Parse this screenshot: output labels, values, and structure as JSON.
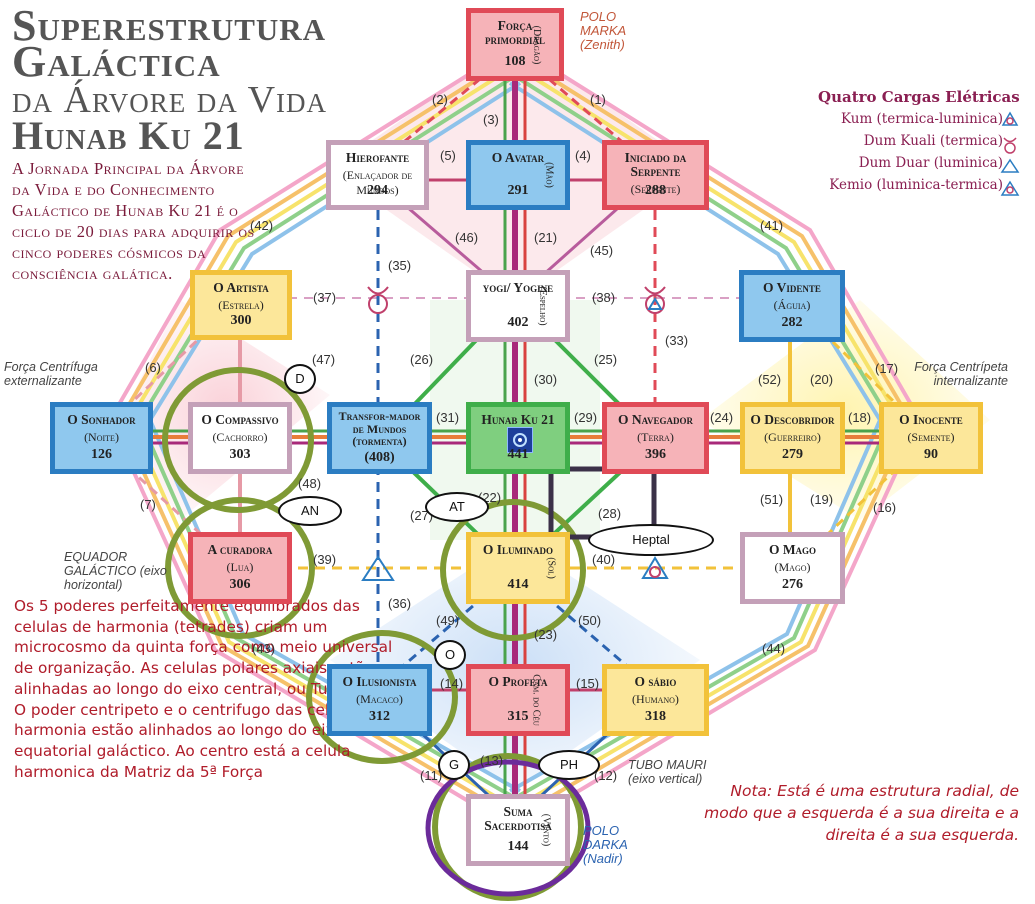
{
  "title": {
    "line1": "Superestrutura",
    "line2": "Galáctica",
    "line3": "da Árvore da Vida",
    "line4": "Hunab Ku 21"
  },
  "intro": "A Jornada Principal da Árvore da Vida e do Conhecimento Galáctico de Hunab Ku 21 é o ciclo de 20 dias para adquirir os cinco poderes cósmicos da consciência galática.",
  "paragraph": "Os 5 poderes perfeitamente equilibrados das celulas de harmonia (tetrades) criam um microcosmo da quinta força como meio universal de organização. As celulas polares axiais estão alinhadas ao longo do eixo central, ou Tubo Mauri. O poder centripeto e o centrifugo das celulas de harmonia estão alinhados ao longo do eixo equatorial galáctico. Ao centro está a celula harmonica da Matriz da 5ª Força",
  "nota": "Nota: Está é uma estrutura radial, de modo que a esquerda é a sua direita e a direita é a sua esquerda.",
  "legend": {
    "title": "Quatro Cargas Elétricas",
    "items": [
      "Kum (termica-luminica)",
      "Dum Kuali (termica)",
      "Dum Duar (luminica)",
      "Kemio (luminica-termica)"
    ]
  },
  "labels": {
    "polo_top": "POLO MARKA (Zenith)",
    "polo_bottom": "POLO DARKA (Nadir)",
    "forca_centrifuga": "Força Centrífuga externalizante",
    "forca_centripeta": "Força Centrípeta internalizante",
    "equador": "EQUADOR GALÁCTICO (eixo horizontal)",
    "tubo": "TUBO MAURI (eixo vertical)"
  },
  "nodes": [
    {
      "id": "forca",
      "name": "Força primordial",
      "sub": "",
      "side": "(Dragão)",
      "num": "108"
    },
    {
      "id": "hierofante",
      "name": "Hierofante",
      "sub": "(Enlaçador de Mundos)",
      "side": "",
      "num": "294"
    },
    {
      "id": "avatar",
      "name": "O Avatar",
      "sub": "",
      "side": "(Mão)",
      "num": "291"
    },
    {
      "id": "iniciado",
      "name": "Iniciado da Serpente",
      "sub": "(Serpente)",
      "side": "",
      "num": "288"
    },
    {
      "id": "artista",
      "name": "O Artista",
      "sub": "(Estrela)",
      "side": "",
      "num": "300"
    },
    {
      "id": "yogi",
      "name": "yogi/ Yogine",
      "sub": "",
      "side": "(Espelho)",
      "num": "402"
    },
    {
      "id": "vidente",
      "name": "O Vidente",
      "sub": "(Águia)",
      "side": "",
      "num": "282"
    },
    {
      "id": "sonhador",
      "name": "O Sonhador",
      "sub": "(Noite)",
      "side": "",
      "num": "126"
    },
    {
      "id": "compassivo",
      "name": "O Compassivo",
      "sub": "(Cachorro)",
      "side": "",
      "num": "303"
    },
    {
      "id": "transformador",
      "name": "Transfor-mador de Mundos (tormenta)",
      "sub": "",
      "side": "",
      "num": "(408)"
    },
    {
      "id": "hunab",
      "name": "Hunab Ku 21",
      "sub": "",
      "side": "",
      "num": "441"
    },
    {
      "id": "navegador",
      "name": "O Navegador",
      "sub": "(Terra)",
      "side": "",
      "num": "396"
    },
    {
      "id": "descobridor",
      "name": "O Descobridor",
      "sub": "(Guerreiro)",
      "side": "",
      "num": "279"
    },
    {
      "id": "inocente",
      "name": "O Inocente",
      "sub": "(Semente)",
      "side": "",
      "num": "90"
    },
    {
      "id": "curadora",
      "name": "A curadora",
      "sub": "(Lua)",
      "side": "",
      "num": "306"
    },
    {
      "id": "iluminado",
      "name": "O Iluminado",
      "sub": "",
      "side": "(Sol)",
      "num": "414"
    },
    {
      "id": "mago",
      "name": "O Mago",
      "sub": "(Mago)",
      "side": "",
      "num": "276"
    },
    {
      "id": "ilusionista",
      "name": "O Ilusionista",
      "sub": "(Macaco)",
      "side": "",
      "num": "312"
    },
    {
      "id": "profeta",
      "name": "O Profeta",
      "sub": "",
      "side": "Cam. do Céu",
      "num": "315"
    },
    {
      "id": "sabio",
      "name": "O sábio",
      "sub": "(Humano)",
      "side": "",
      "num": "318"
    },
    {
      "id": "suma",
      "name": "Suma Sacerdotisa",
      "sub": "",
      "side": "(Vento)",
      "num": "144"
    }
  ],
  "edges": [
    "(1)",
    "(2)",
    "(3)",
    "(4)",
    "(5)",
    "(6)",
    "(7)",
    "(11)",
    "(12)",
    "(13)",
    "(14)",
    "(15)",
    "(16)",
    "(17)",
    "(18)",
    "(19)",
    "(20)",
    "(21)",
    "(22)",
    "(23)",
    "(24)",
    "(25)",
    "(26)",
    "(27)",
    "(28)",
    "(29)",
    "(30)",
    "(31)",
    "(33)",
    "(35)",
    "(36)",
    "(37)",
    "(38)",
    "(39)",
    "(40)",
    "(41)",
    "(42)",
    "(43)",
    "(44)",
    "(45)",
    "(46)",
    "(47)",
    "(48)",
    "(49)",
    "(50)",
    "(51)",
    "(52)"
  ],
  "annotations": [
    "D",
    "AN",
    "AT",
    "Heptal",
    "O",
    "G",
    "PH"
  ],
  "colors": {
    "red": "#e04a57",
    "redfill": "#f6b3b8",
    "blue": "#2b7dc2",
    "bluefill": "#8fc8ee",
    "yellow": "#f2c23a",
    "yellowfill": "#fce79a",
    "mauve": "#c4a0b8",
    "green": "#3fae4a",
    "olive": "#7f9a35",
    "purple": "#6b2b9a",
    "dark": "#3b3148"
  }
}
